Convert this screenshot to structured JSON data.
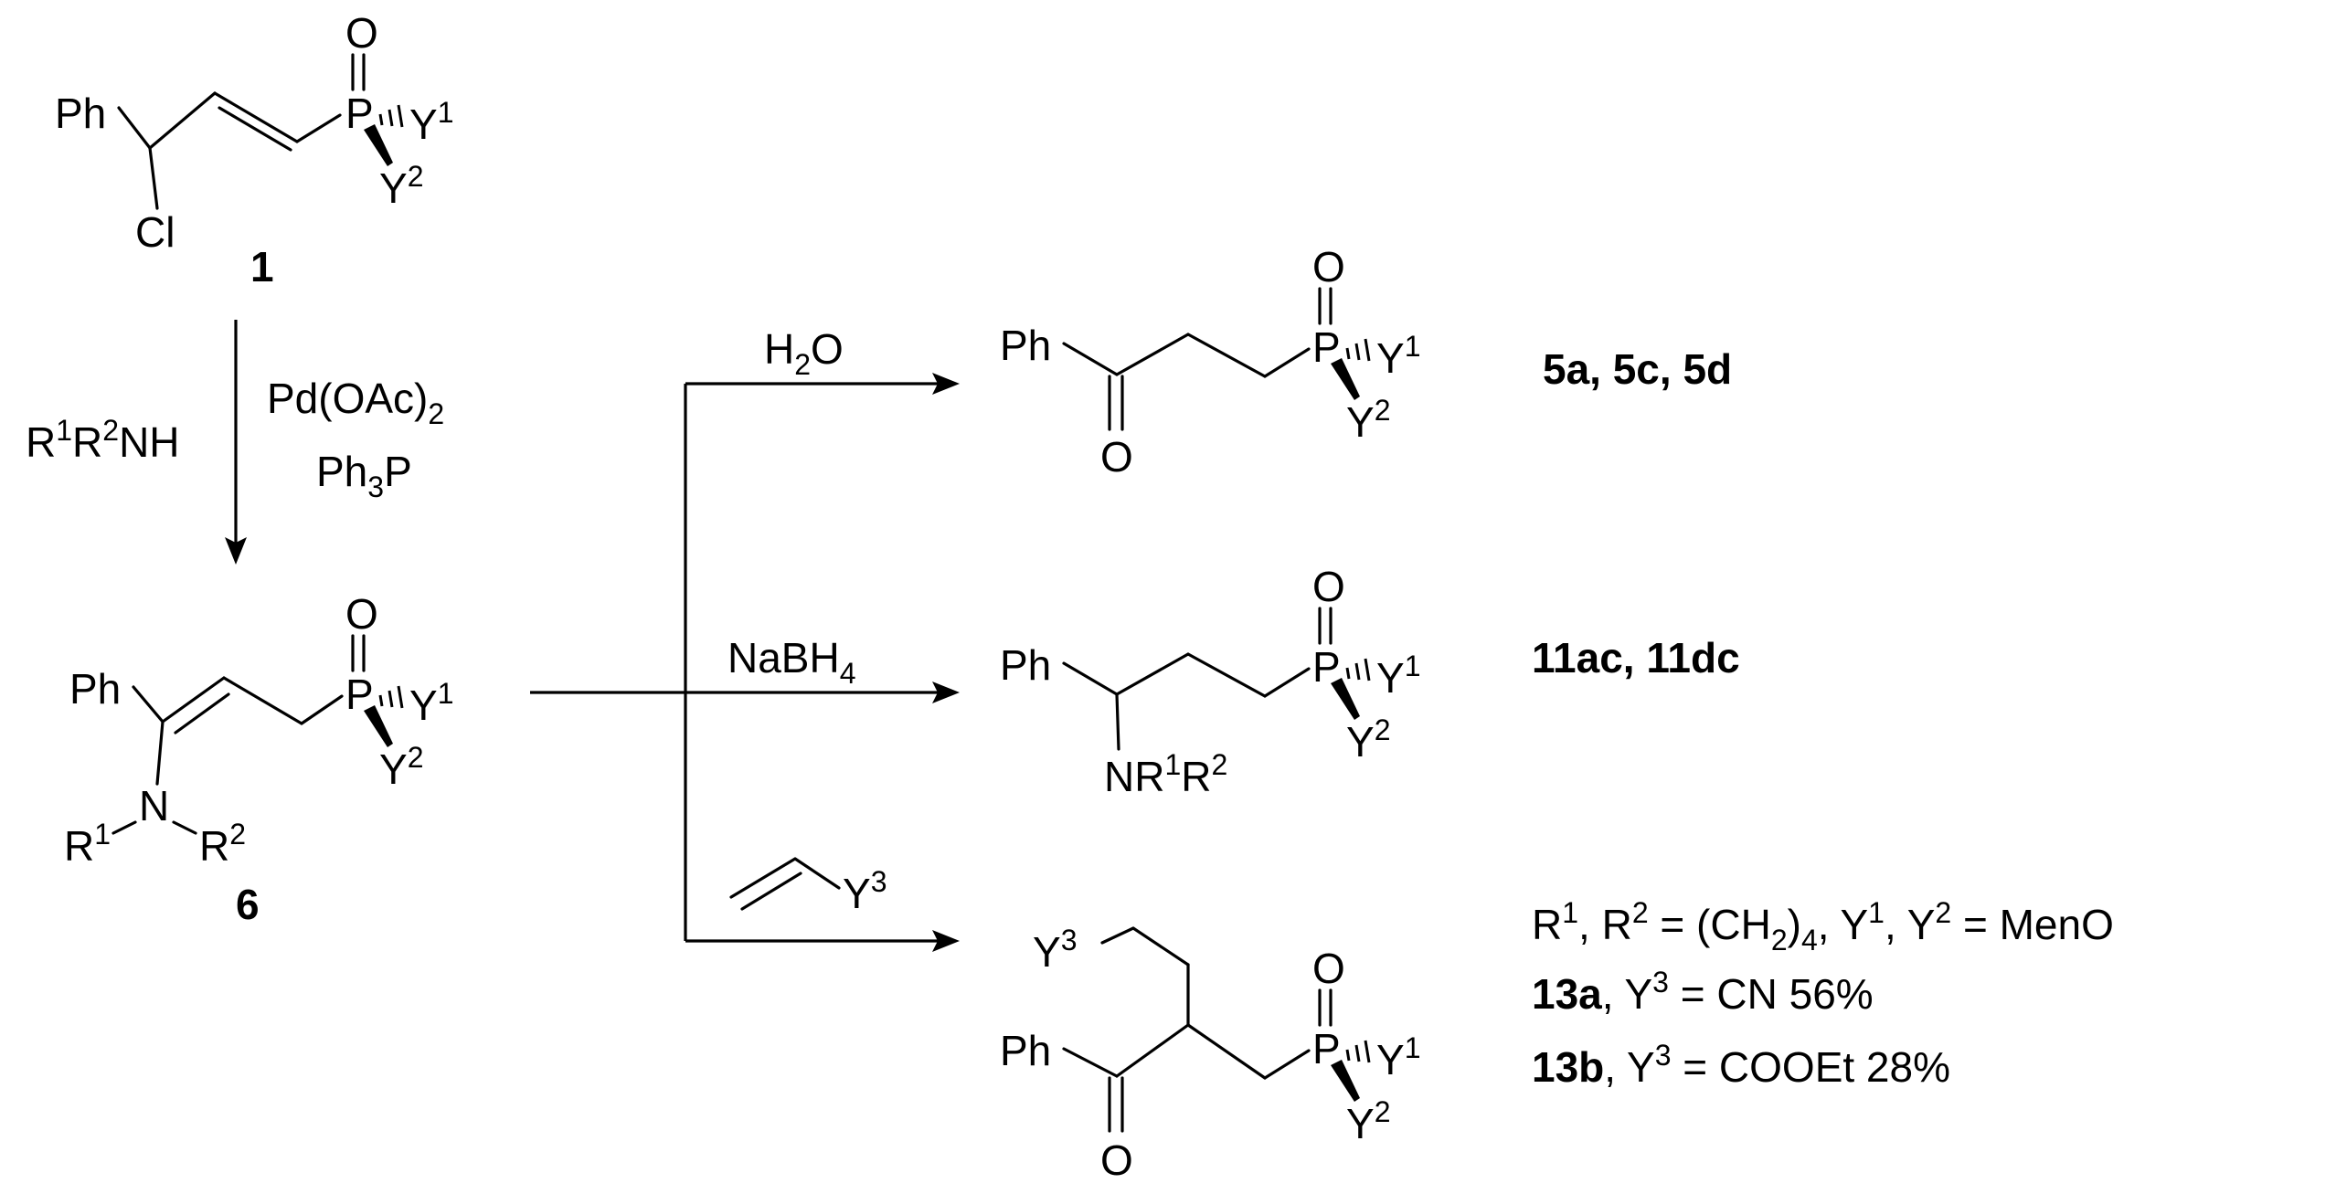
{
  "compound_1": {
    "ph": "Ph",
    "cl": "Cl",
    "o": "O",
    "p": "P",
    "y": "Y",
    "sup1": "1",
    "sup2": "2",
    "label": "1"
  },
  "step_1": {
    "amine_r": "R",
    "amine_sup1": "1",
    "amine_r2": "R",
    "amine_sup2": "2",
    "amine_nh": "NH",
    "cat_pd": "Pd(OAc)",
    "cat_pd_sub": "2",
    "ligand_ph": "Ph",
    "ligand_sub": "3",
    "ligand_p": "P"
  },
  "compound_6": {
    "ph": "Ph",
    "n": "N",
    "r": "R",
    "sup1": "1",
    "sup2": "2",
    "o": "O",
    "p": "P",
    "y": "Y",
    "label": "6"
  },
  "branch_water": {
    "reagent_h": "H",
    "reagent_sub": "2",
    "reagent_o": "O",
    "ph": "Ph",
    "o": "O",
    "p": "P",
    "y": "Y",
    "sup1": "1",
    "sup2": "2",
    "label": "5a, 5c, 5d"
  },
  "branch_borohydride": {
    "reagent_main": "NaBH",
    "reagent_sub": "4",
    "ph": "Ph",
    "nr": "NR",
    "r": "R",
    "o": "O",
    "p": "P",
    "y": "Y",
    "sup1": "1",
    "sup2": "2",
    "label": "11ac, 11dc"
  },
  "branch_alkene": {
    "reagent_y": "Y",
    "reagent_sup": "3",
    "ph": "Ph",
    "o": "O",
    "p": "P",
    "y": "Y",
    "sup1": "1",
    "sup2": "2",
    "sup3": "3",
    "conditions": {
      "r": "R",
      "sep": ", ",
      "eq": " = (CH",
      "sub_ch2": "2",
      "close": ")",
      "sub_4": "4",
      "tail": " = MenO",
      "y": "Y"
    },
    "result_13a": {
      "label": "13a",
      "y": ", Y",
      "sup": "3",
      "text": " = CN  56%"
    },
    "result_13b": {
      "label": "13b",
      "y": ", Y",
      "sup": "3",
      "text": " = COOEt  28%"
    }
  }
}
